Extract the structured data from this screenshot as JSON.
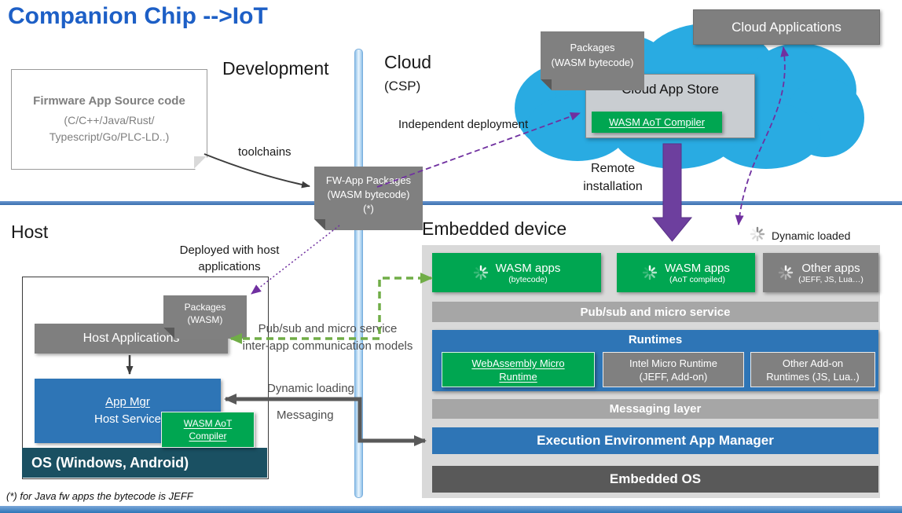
{
  "title": "Companion Chip -->IoT",
  "footnote": "(*) for Java fw apps the bytecode is JEFF",
  "sections": {
    "development": "Development",
    "cloud": "Cloud",
    "csp": "(CSP)",
    "host": "Host",
    "embedded_device": "Embedded device"
  },
  "annotations": {
    "toolchains": "toolchains",
    "independent_deployment": "Independent deployment",
    "remote_line1": "Remote",
    "remote_line2": "installation",
    "deployed_line1": "Deployed with host",
    "deployed_line2": "applications",
    "pubsub_line1": "Pub/sub and micro service",
    "pubsub_line2": "inter-app communication models",
    "dynamic_loading": "Dynamic loading",
    "messaging": "Messaging",
    "dynamic_loaded": "Dynamic loaded"
  },
  "firmware_box": {
    "title": "Firmware App Source code",
    "line2": "(C/C++/Java/Rust/",
    "line3": "Typescript/Go/PLC-LD..)"
  },
  "fw_packages_note": {
    "line1": "FW-App Packages",
    "line2": "(WASM bytecode)",
    "line3": "(*)"
  },
  "cloud_packages_note": {
    "line1": "Packages",
    "line2": "(WASM bytecode)"
  },
  "cloud_applications_label": "Cloud Applications",
  "cloud_app_store": {
    "title": "Cloud App Store",
    "compiler": "WASM AoT Compiler"
  },
  "host_area": {
    "packages_line1": "Packages",
    "packages_line2": "(WASM)",
    "host_applications": "Host Applications",
    "app_mgr_line1": "App Mgr",
    "app_mgr_line2": "Host Service",
    "compiler_line1": "WASM AoT",
    "compiler_line2": "Compiler",
    "os_label": "OS (Windows, Android)"
  },
  "embedded": {
    "apps": [
      {
        "title": "WASM apps",
        "subtitle": "(bytecode)"
      },
      {
        "title": "WASM apps",
        "subtitle": "(AoT compiled)"
      },
      {
        "title": "Other apps",
        "subtitle": "(JEFF, JS, Lua…)"
      }
    ],
    "pubsub_bar": "Pub/sub and micro service",
    "runtimes_title": "Runtimes",
    "runtimes": [
      {
        "line1": "WebAssembly Micro",
        "line2": "Runtime"
      },
      {
        "line1": "Intel Micro Runtime",
        "line2": "(JEFF, Add-on)"
      },
      {
        "line1": "Other Add-on",
        "line2": "Runtimes (JS, Lua..)"
      }
    ],
    "messaging_bar": "Messaging layer",
    "exec_bar": "Execution Environment App Manager",
    "os_bar": "Embedded OS"
  },
  "colors": {
    "title_blue": "#1d5fc6",
    "cloud_cyan": "#29abe2",
    "green": "#00a651",
    "note_gray": "#808080",
    "bar_gray": "#a6a6a6",
    "dark_gray": "#595959",
    "bar_blue": "#2e75b6",
    "os_teal": "#1a5062",
    "purple": "#7030a0",
    "arrow_green": "#70ad47"
  }
}
